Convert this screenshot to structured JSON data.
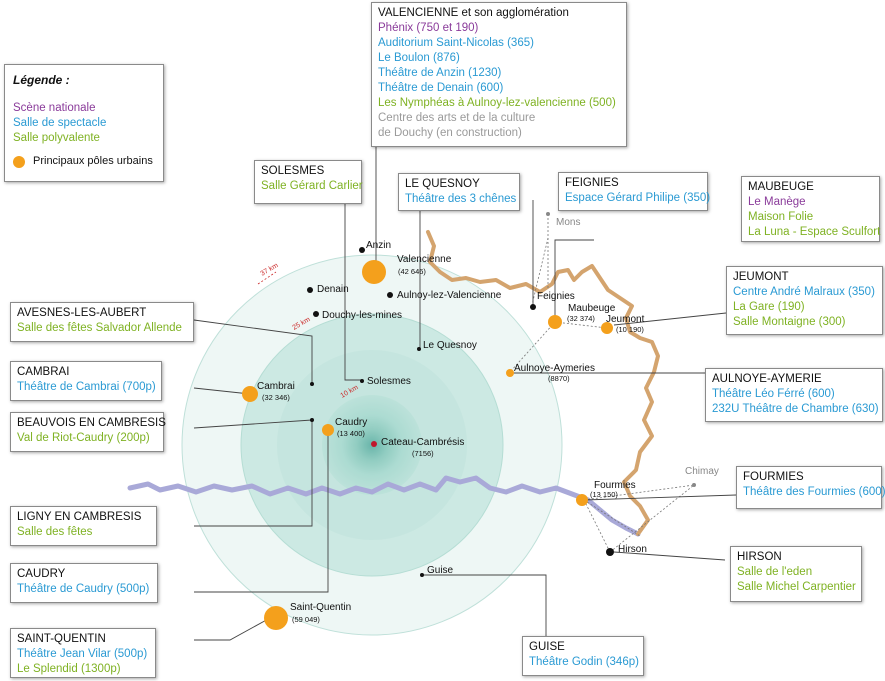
{
  "colors": {
    "scene_nationale": "#8a3b9a",
    "salle_spectacle": "#2a9ad3",
    "salle_polyvalente": "#7fb223",
    "pole_urbain": "#f4a01c",
    "border_line": "#d4a46e",
    "river_line": "#a9a9d8",
    "circle_outer": "#e8f4f2",
    "circle_inner": "#bfe3dc"
  },
  "legend": {
    "title": "Légende :",
    "scene_nationale": "Scène nationale",
    "salle_spectacle": "Salle de spectacle",
    "salle_polyvalente": "Salle  polyvalente",
    "pole_urbain": "Principaux pôles urbains"
  },
  "distances": {
    "d37": "37 km",
    "d25": "25 km",
    "d10": "10 km"
  },
  "cities": {
    "anzin": "Anzin",
    "valencienne": "Valencienne",
    "valencienne_pop": "(42 646)",
    "denain": "Denain",
    "aulnoy": "Aulnoy-lez-Valencienne",
    "douchy": "Douchy-les-mines",
    "lequesnoy": "Le Quesnoy",
    "solesmes": "Solesmes",
    "cambrai": "Cambrai",
    "cambrai_pop": "(32 346)",
    "caudry": "Caudry",
    "caudry_pop": "(13 400)",
    "cateau": "Cateau-Cambrésis",
    "cateau_pop": "(7156)",
    "feignies": "Feignies",
    "maubeuge": "Maubeuge",
    "maubeuge_pop": "(32 374)",
    "jeumont": "Jeumont",
    "jeumont_pop": "(10 190)",
    "mons": "Mons",
    "aulnoye": "Aulnoye-Aymeries",
    "aulnoye_pop": "(8870)",
    "fourmies": "Fourmies",
    "fourmies_pop": "(13 150)",
    "chimay": "Chimay",
    "hirson": "Hirson",
    "guise": "Guise",
    "saintquentin": "Saint-Quentin",
    "saintquentin_pop": "(59 049)"
  },
  "boxes": {
    "valenciennes": {
      "title": "VALENCIENNE et son agglomération",
      "v1": "Phénix (750 et 190)",
      "v2": "Auditorium Saint-Nicolas (365)",
      "v3": "Le Boulon (876)",
      "v4": "Théâtre de Anzin (1230)",
      "v5": "Théâtre de Denain (600)",
      "v6": "Les Nymphéas à Aulnoy-lez-valencienne (500)",
      "v7": "Centre des arts et de la culture",
      "v8": "de Douchy (en construction)"
    },
    "solesmes": {
      "title": "SOLESMES",
      "v1": "Salle Gérard Carlier"
    },
    "lequesnoy": {
      "title": "LE QUESNOY",
      "v1": "Théâtre des 3 chênes"
    },
    "feignies": {
      "title": "FEIGNIES",
      "v1": "Espace Gérard Philipe (350)"
    },
    "maubeuge": {
      "title": "MAUBEUGE",
      "v1": "Le Manège",
      "v2": "Maison Folie",
      "v3": "La Luna - Espace Sculfort"
    },
    "jeumont": {
      "title": "JEUMONT",
      "v1": "Centre André Malraux (350)",
      "v2": "La Gare (190)",
      "v3": "Salle Montaigne (300)"
    },
    "aulnoye": {
      "title": "AULNOYE-AYMERIE",
      "v1": "Théâtre Léo Férré (600)",
      "v2": "232U Théâtre de Chambre (630)"
    },
    "fourmies": {
      "title": "FOURMIES",
      "v1": "Théâtre des Fourmies (600)"
    },
    "hirson": {
      "title": "HIRSON",
      "v1": "Salle de l'eden",
      "v2": "Salle Michel Carpentier"
    },
    "guise": {
      "title": "GUISE",
      "v1": "Théâtre Godin (346p)"
    },
    "avesnes": {
      "title": "AVESNES-LES-AUBERT",
      "v1": "Salle des fêtes Salvador Allende"
    },
    "cambrai": {
      "title": "CAMBRAI",
      "v1": "Théâtre de Cambrai (700p)"
    },
    "beauvois": {
      "title": "BEAUVOIS EN CAMBRESIS",
      "v1": "Val de Riot-Caudry (200p)"
    },
    "ligny": {
      "title": "LIGNY EN CAMBRESIS",
      "v1": "Salle des fêtes"
    },
    "caudry": {
      "title": "CAUDRY",
      "v1": "Théâtre de Caudry (500p)"
    },
    "saintquentin": {
      "title": "SAINT-QUENTIN",
      "v1": "Théâtre Jean Vilar (500p)",
      "v2": "Le Splendid (1300p)"
    }
  }
}
